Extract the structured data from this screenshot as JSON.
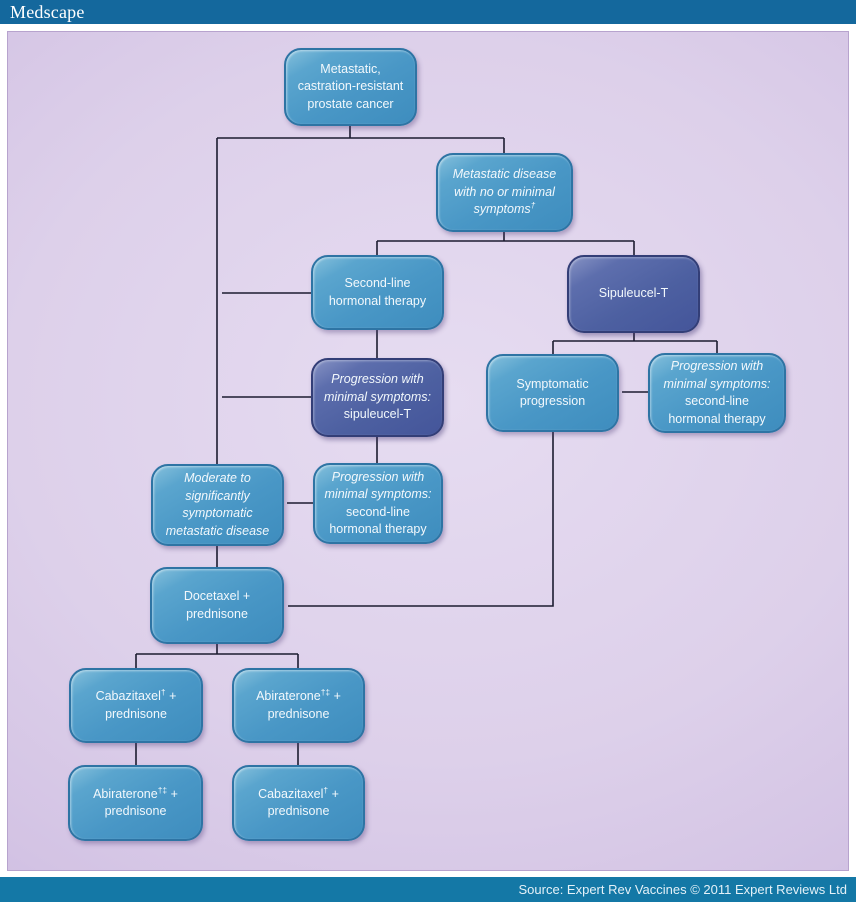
{
  "header": {
    "logo": "Medscape"
  },
  "footer": {
    "source": "Source: Expert Rev Vaccines © 2011 Expert Reviews Ltd"
  },
  "colors": {
    "topbar": "#14689d",
    "bottombar": "#1478a6",
    "canvas_background": "#d8cae8",
    "node_light_fill": "#4997c6",
    "node_light_border": "#2e74a4",
    "node_dark_fill": "#4d60a1",
    "node_dark_border": "#333e77",
    "connector_line": "#1c1c30",
    "node_text": "#f2f8fc"
  },
  "flowchart": {
    "boxes": {
      "metastatic_crpc": {
        "text": "Metastatic,\ncastration-resistant\nprostate cancer"
      },
      "no_minimal_symptoms": {
        "italic": "Metastatic disease\nwith no or minimal\nsymptoms",
        "sup": "†"
      },
      "second_line_hormonal": {
        "text": "Second-line\nhormonal therapy"
      },
      "sipuleucel_t": {
        "text": "Sipuleucel-T"
      },
      "progression_sipuleucel": {
        "italic": "Progression with\nminimal symptoms:",
        "text": "sipuleucel-T"
      },
      "symptomatic_progression": {
        "text": "Symptomatic\nprogression"
      },
      "progression_second_line_right": {
        "italic": "Progression with\nminimal symptoms:",
        "text": "second-line\nhormonal therapy"
      },
      "moderate_symptomatic": {
        "italic": "Moderate to\nsignificantly\nsymptomatic\nmetastatic disease"
      },
      "progression_second_line_mid": {
        "italic": "Progression with\nminimal symptoms:",
        "text": "second-line\nhormonal therapy"
      },
      "docetaxel": {
        "text": "Docetaxel +\nprednisone"
      },
      "cabazitaxel_first": {
        "drug": "Cabazitaxel",
        "sup": "†",
        "plus": " +",
        "line2": "prednisone"
      },
      "abiraterone_first": {
        "drug": "Abiraterone",
        "sup": "†‡",
        "plus": " +",
        "line2": "prednisone"
      },
      "abiraterone_second": {
        "drug": "Abiraterone",
        "sup": "†‡",
        "plus": " +",
        "line2": "prednisone"
      },
      "cabazitaxel_second": {
        "drug": "Cabazitaxel",
        "sup": "†",
        "plus": " +",
        "line2": "prednisone"
      }
    }
  }
}
